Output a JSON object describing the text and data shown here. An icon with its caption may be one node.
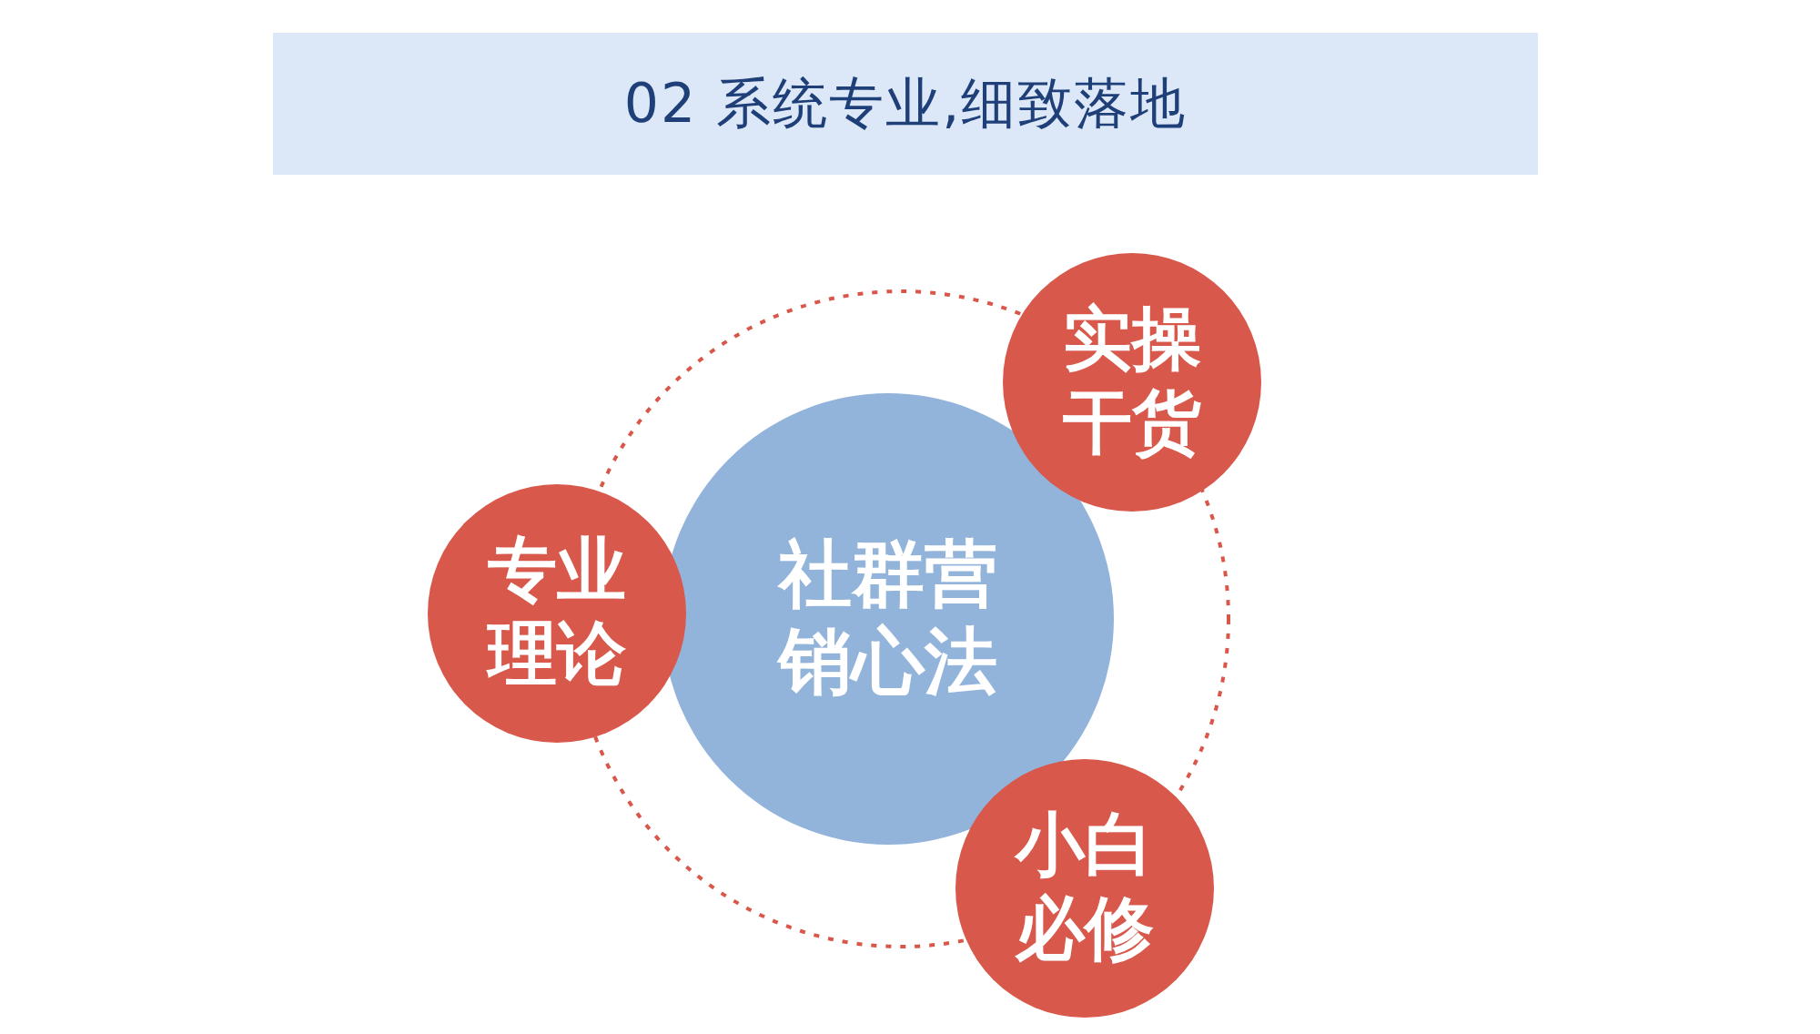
{
  "diagram": {
    "title": "02 系统专业,细致落地",
    "nodes": [
      {
        "text": [
          "社群营销心法"
        ]
      },
      {
        "text": [
          "实操干货"
        ]
      },
      {
        "text": [
          "专业理论"
        ]
      },
      {
        "text": [
          "小白必修"
        ]
      }
    ]
  }
}
